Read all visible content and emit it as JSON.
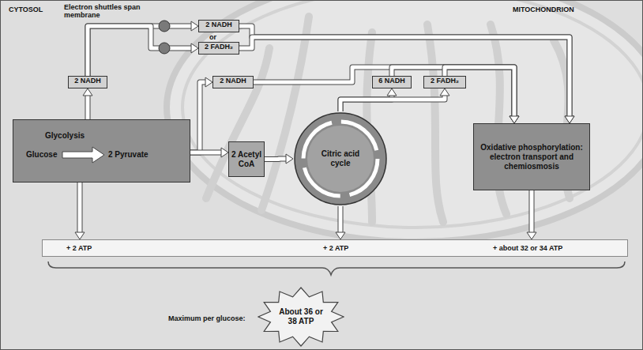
{
  "diagram": {
    "nodes": [
      {
        "text": [
          "2 NADH"
        ]
      },
      {
        "text": [
          "2 NADH"
        ]
      },
      {
        "text": [
          "2 FADH₂"
        ]
      },
      {
        "text": [
          "2 NADH"
        ]
      },
      {
        "text": [
          "6 NADH"
        ]
      },
      {
        "text": [
          "2 FADH₂"
        ]
      },
      {
        "text": [
          "Glycolysis",
          "Glucose",
          "2 Pyruvate"
        ]
      },
      {
        "text": [
          "2 Acetyl CoA"
        ]
      },
      {
        "text": [
          "Citric acid cycle"
        ]
      },
      {
        "text": [
          "Oxidative phosphorylation: electron transport and chemiosmosis"
        ]
      },
      {
        "text": [
          "+ 2 ATP",
          "+ 2 ATP",
          "+ about 32 or 34 ATP"
        ]
      },
      {
        "text": [
          "About 36 or 38 ATP"
        ]
      }
    ],
    "edges": [
      {
        "from": 6,
        "to": 0,
        "arrow": "to"
      },
      {
        "from": 0,
        "to": 1,
        "arrow": "to"
      },
      {
        "from": 0,
        "to": 2,
        "arrow": "to"
      },
      {
        "from": 1,
        "to": 9,
        "arrow": "to"
      },
      {
        "from": 2,
        "to": 9,
        "arrow": "to"
      },
      {
        "from": 6,
        "to": 3,
        "arrow": "to"
      },
      {
        "from": 6,
        "to": 7,
        "arrow": "to"
      },
      {
        "from": 3,
        "to": 9,
        "arrow": "to"
      },
      {
        "from": 8,
        "to": 4,
        "arrow": "to"
      },
      {
        "from": 8,
        "to": 5,
        "arrow": "to"
      },
      {
        "from": 4,
        "to": 9,
        "arrow": "to"
      },
      {
        "from": 5,
        "to": 9,
        "arrow": "to"
      },
      {
        "from": 7,
        "to": 8,
        "arrow": "to"
      },
      {
        "from": 6,
        "to": 10,
        "arrow": "to"
      },
      {
        "from": 8,
        "to": 10,
        "arrow": "to"
      },
      {
        "from": 9,
        "to": 10,
        "arrow": "to"
      }
    ],
    "labels": [
      "CYTOSOL",
      "MITOCHONDRION",
      "Electron shuttles span membrane",
      "or",
      "Maximum per glucose:"
    ]
  }
}
